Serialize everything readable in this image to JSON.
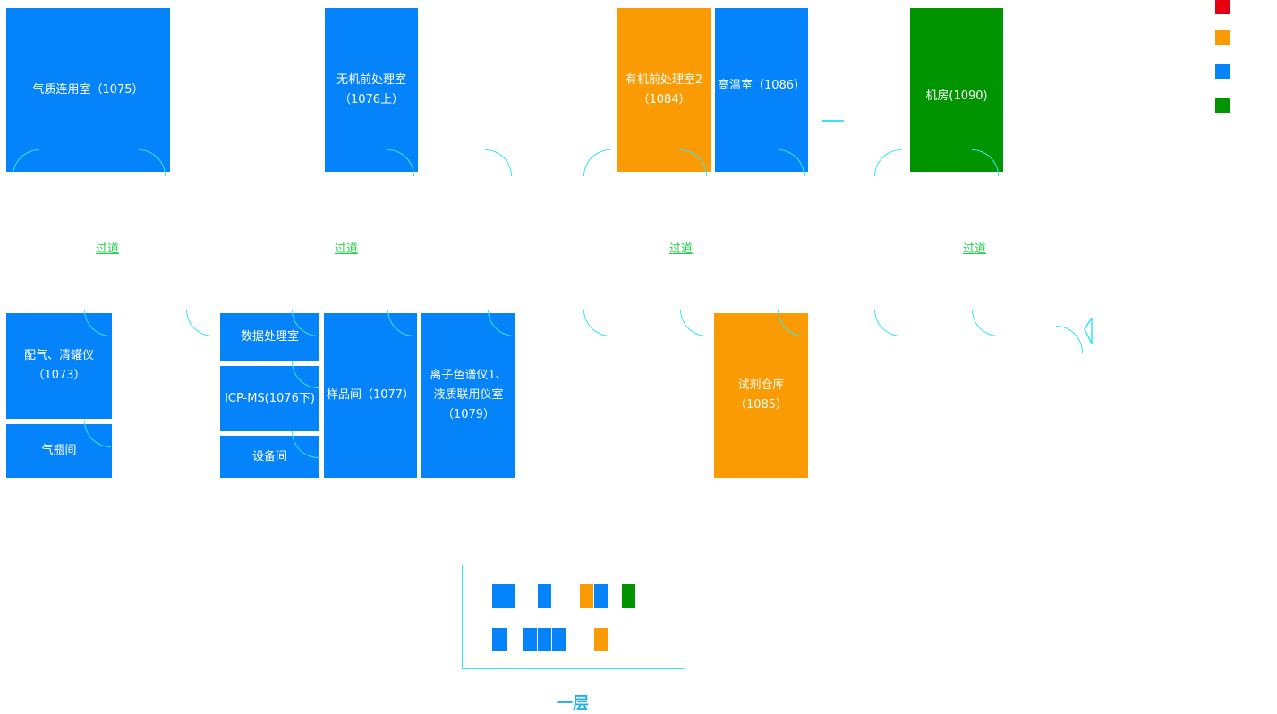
{
  "rooms": {
    "r1075": "气质连用室（1075）",
    "r1076up": "无机前处理室\n（1076上）",
    "r1084": "有机前处理室2\n（1084）",
    "r1086": "高温室（1086）",
    "r1090": "机房(1090)",
    "r1073": "配气、清罐仪\n（1073）",
    "gas_bottle": "气瓶间",
    "data_proc": "数据处理室",
    "icpms": "ICP-MS(1076下)",
    "equipment": "设备间",
    "r1077": "样品间（1077）",
    "r1079": "离子色谱仪1、\n液质联用仪室\n（1079）",
    "r1085": "试剂仓库\n（1085）"
  },
  "corridors": [
    "过道",
    "过道",
    "过道",
    "过道"
  ],
  "legend_colors": [
    "#e60012",
    "#fa9b03",
    "#0583fb",
    "#009400"
  ],
  "floor_label": "一层"
}
